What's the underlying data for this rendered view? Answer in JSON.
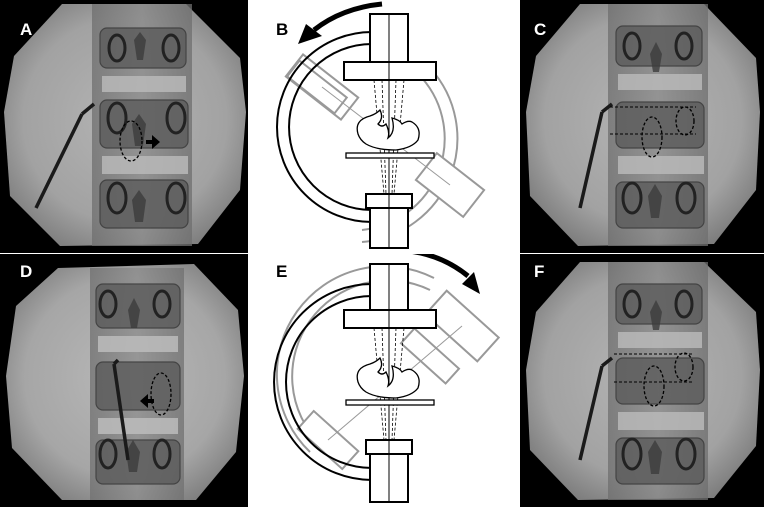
{
  "panels": {
    "a": {
      "label": "A"
    },
    "b": {
      "label": "B"
    },
    "c": {
      "label": "C"
    },
    "d": {
      "label": "D"
    },
    "e": {
      "label": "E"
    },
    "f": {
      "label": "F"
    }
  },
  "colors": {
    "background": "#000000",
    "fluoro_field": "#9a9a9a",
    "bone": "#6a6a6a",
    "line": "#000000",
    "rotated_arm": "#999999"
  }
}
